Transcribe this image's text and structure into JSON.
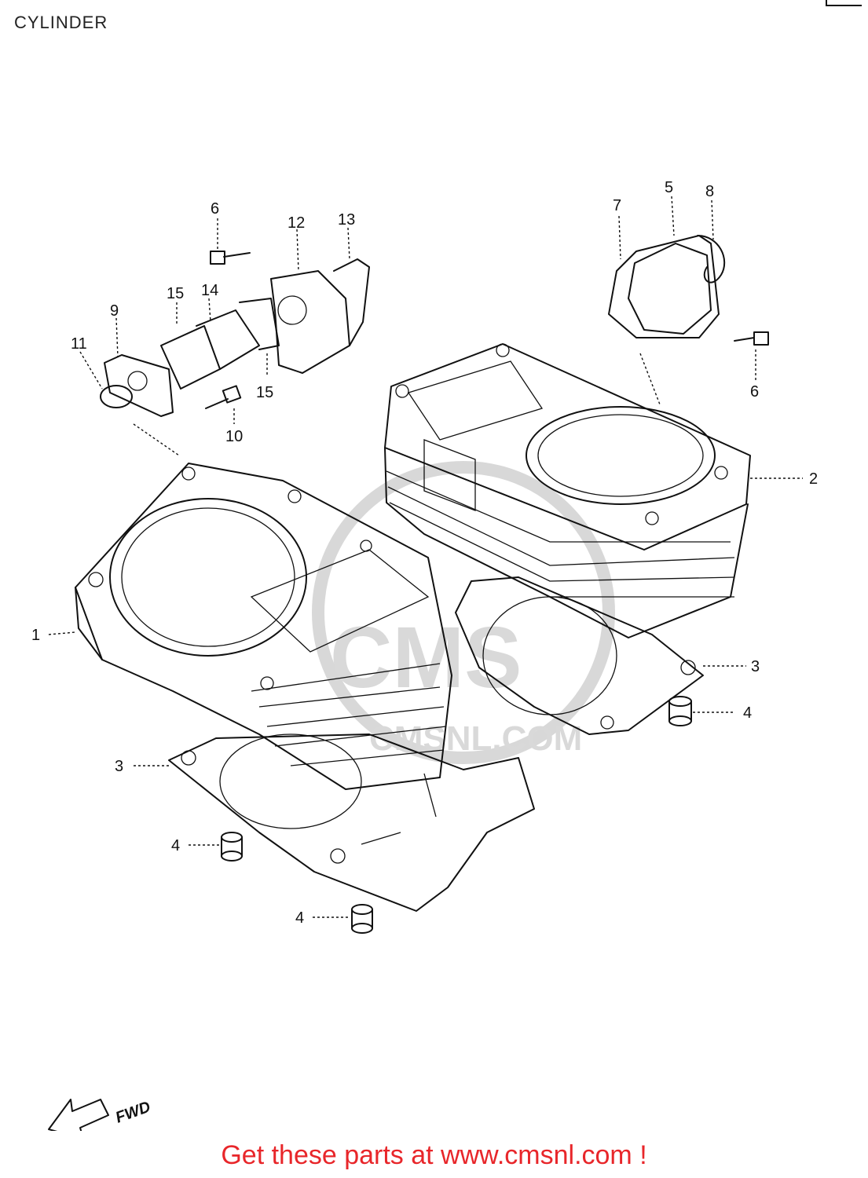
{
  "title": "CYLINDER",
  "footer": "Get these parts at www.cmsnl.com !",
  "watermark": {
    "text": "CMSNL.COM",
    "logo_text": "CMS"
  },
  "direction_label": "FWD",
  "callouts": {
    "c1": "1",
    "c2": "2",
    "c3a": "3",
    "c3b": "3",
    "c4a": "4",
    "c4b": "4",
    "c4c": "4",
    "c5": "5",
    "c6a": "6",
    "c6b": "6",
    "c7": "7",
    "c8": "8",
    "c9": "9",
    "c10": "10",
    "c11": "11",
    "c12": "12",
    "c13": "13",
    "c14": "14",
    "c15a": "15",
    "c15b": "15"
  },
  "colors": {
    "ink": "#111111",
    "footer": "#e8262a",
    "watermark": "#d8d8d8"
  }
}
